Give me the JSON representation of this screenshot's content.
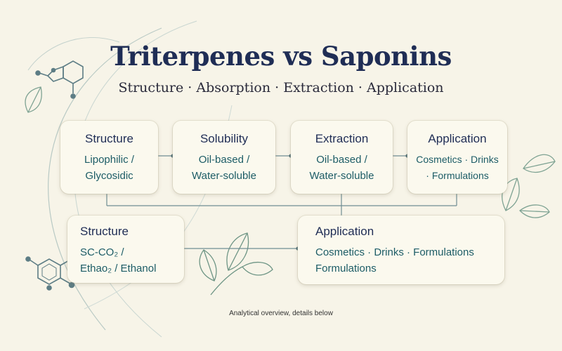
{
  "header": {
    "title": "Triterpenes vs Saponins",
    "subtitle": "Structure · Absorption · Extraction · Application"
  },
  "top_row": [
    {
      "title": "Structure",
      "lines": [
        "Lipophilic /",
        "Glycosidic"
      ]
    },
    {
      "title": "Solubility",
      "lines": [
        "Oil-based /",
        "Water-soluble"
      ]
    },
    {
      "title": "Extraction",
      "lines": [
        "Oil-based /",
        "Water-soluble"
      ]
    },
    {
      "title": "Application",
      "lines": [
        "Cosmetics · Drinks",
        "· Formulations"
      ]
    }
  ],
  "bottom_row": [
    {
      "title": "Structure",
      "lines": [
        "SC-CO₂ /",
        "Ethao₂ / Ethanol"
      ]
    },
    {
      "title": "Application",
      "lines": [
        "Cosmetics · Drinks · Formulations",
        "Formulations"
      ]
    }
  ],
  "footer_note": "Analytical overview, details below",
  "colors": {
    "background": "#f7f4e8",
    "title": "#1f2d55",
    "body_text": "#1c5c66",
    "connector": "#6f8d93",
    "leaf": "#7fa393"
  }
}
